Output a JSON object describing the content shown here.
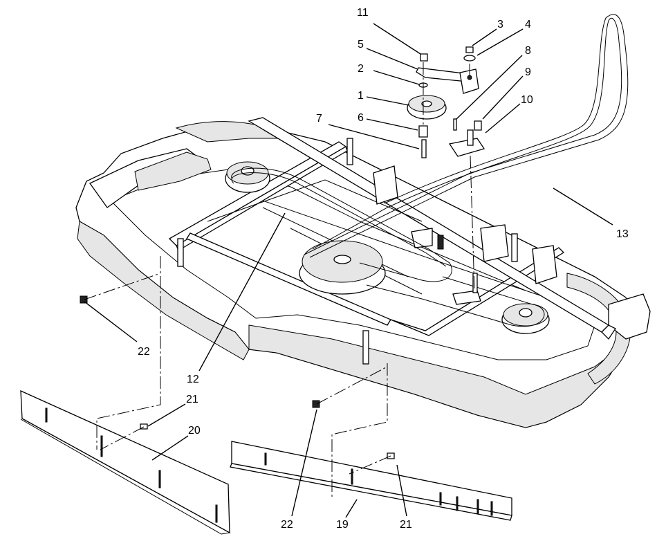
{
  "callouts": [
    {
      "id": "c11",
      "label": "11"
    },
    {
      "id": "c3",
      "label": "3"
    },
    {
      "id": "c4",
      "label": "4"
    },
    {
      "id": "c5",
      "label": "5"
    },
    {
      "id": "c8",
      "label": "8"
    },
    {
      "id": "c2",
      "label": "2"
    },
    {
      "id": "c9",
      "label": "9"
    },
    {
      "id": "c1",
      "label": "1"
    },
    {
      "id": "c10",
      "label": "10"
    },
    {
      "id": "c6",
      "label": "6"
    },
    {
      "id": "c7",
      "label": "7"
    },
    {
      "id": "c13",
      "label": "13"
    },
    {
      "id": "c22a",
      "label": "22"
    },
    {
      "id": "c12",
      "label": "12"
    },
    {
      "id": "c21a",
      "label": "21"
    },
    {
      "id": "c20",
      "label": "20"
    },
    {
      "id": "c22b",
      "label": "22"
    },
    {
      "id": "c19",
      "label": "19"
    },
    {
      "id": "c21b",
      "label": "21"
    }
  ]
}
